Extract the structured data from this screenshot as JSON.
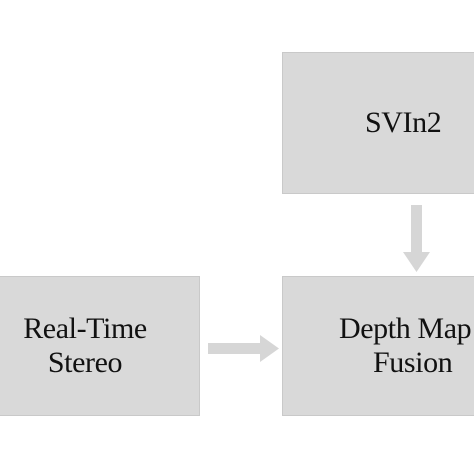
{
  "nodes": {
    "svin2": {
      "label": "SVIn2"
    },
    "stereo": {
      "line1": "Real-Time",
      "line2": "Stereo"
    },
    "fusion": {
      "line1": "Depth Map",
      "line2": "Fusion"
    }
  },
  "colors": {
    "box_fill": "#d9d9d9",
    "arrow": "#d6d6d6",
    "text": "#111111"
  }
}
